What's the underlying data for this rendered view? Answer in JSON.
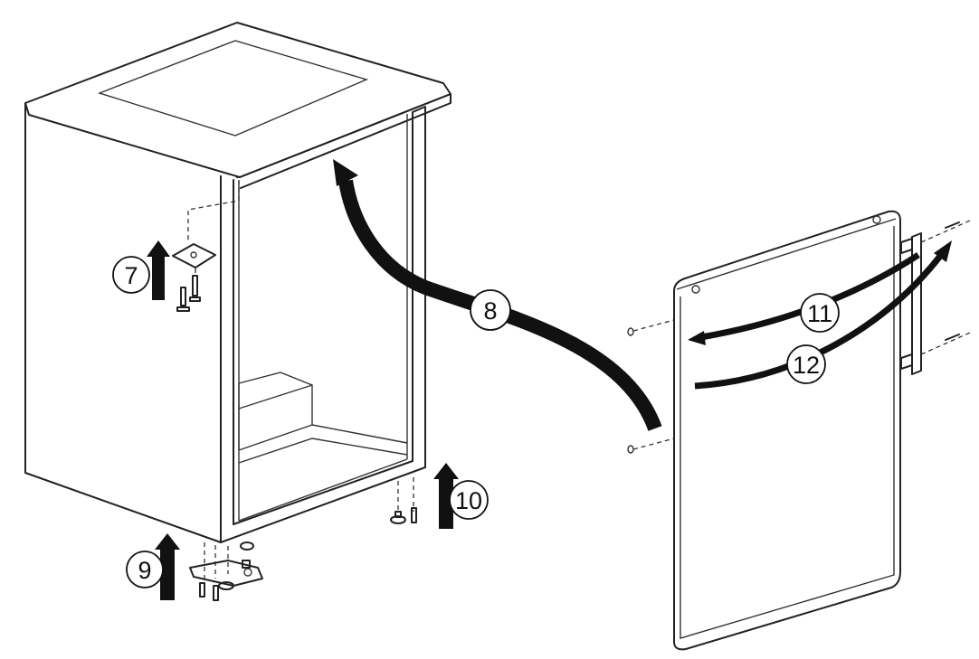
{
  "steps": [
    {
      "id": "step-7",
      "label": "7"
    },
    {
      "id": "step-8",
      "label": "8"
    },
    {
      "id": "step-9",
      "label": "9"
    },
    {
      "id": "step-10",
      "label": "10"
    },
    {
      "id": "step-11",
      "label": "11"
    },
    {
      "id": "step-12",
      "label": "12"
    }
  ],
  "colors": {
    "line": "#222222",
    "arrow": "#111111",
    "background": "#ffffff"
  }
}
